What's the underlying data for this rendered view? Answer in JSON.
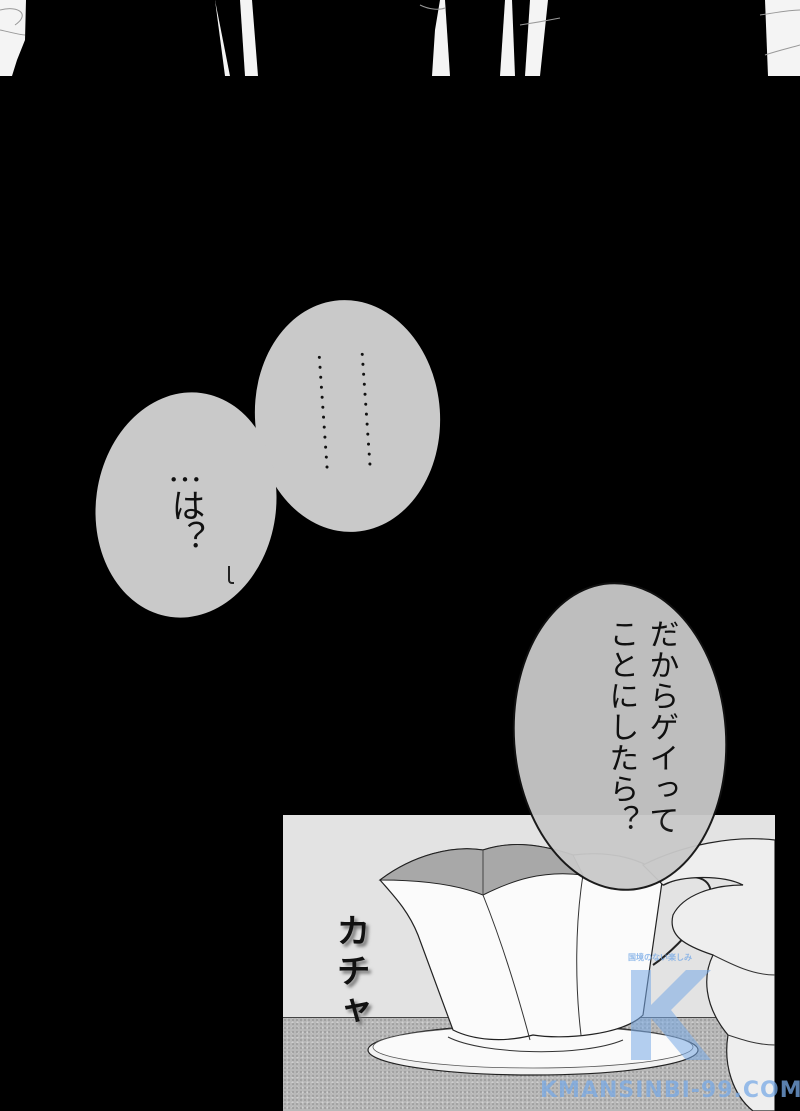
{
  "panels": {
    "top": {
      "description": "silhouettes of two suited figures with ties against white background"
    },
    "middle": {
      "background_color": "#000000",
      "bubbles": [
        {
          "id": "dots",
          "text": "……\n……",
          "style": "ellipsis-only",
          "dot_columns": 2,
          "dots_per_column": 12
        },
        {
          "id": "ha",
          "text": "…は？"
        }
      ]
    },
    "bottom": {
      "description": "hand setting down a flower-shaped teacup on a saucer",
      "sfx": "カチャ",
      "bubble": {
        "line1": "だからゲイって",
        "line2": "ことにしたら？"
      }
    }
  },
  "colors": {
    "bubble_fill": "#c9c9c9",
    "background": "#000000",
    "text": "#111111",
    "watermark": "#78aae6"
  },
  "watermark": {
    "tagline": "国境のない楽しみ",
    "logo_letter": "K",
    "url": "KMANSINBI-99.COM"
  }
}
